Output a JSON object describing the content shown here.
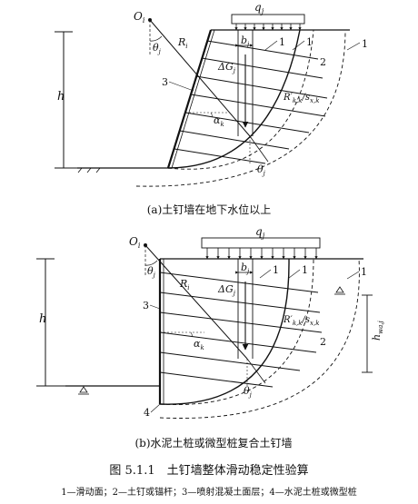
{
  "panel_a": {
    "caption": "(a)土钉墙在地下水位以上",
    "label_q": "q",
    "label_q_sub": "j",
    "label_O": "O",
    "label_O_sub": "i",
    "label_theta": "θ",
    "label_theta_sub": "j",
    "label_R": "R",
    "label_R_sub": "i",
    "label_b": "b",
    "label_b_sub": "j",
    "label_dG": "ΔG",
    "label_dG_sub": "j",
    "label_RK": "R′",
    "label_RK_sub": "k,k",
    "label_RK_tail": "/s",
    "label_RK_tail_sub": "x,k",
    "label_alpha": "α",
    "label_alpha_sub": "k",
    "label_h": "h",
    "label_1a": "1",
    "label_1b": "1",
    "label_1c": "1",
    "label_2": "2",
    "label_3": "3"
  },
  "panel_b": {
    "caption": "(b)水泥土桩或微型桩复合土钉墙",
    "label_q": "q",
    "label_q_sub": "j",
    "label_O": "O",
    "label_O_sub": "i",
    "label_theta": "θ",
    "label_theta_sub": "j",
    "label_R": "R",
    "label_R_sub": "i",
    "label_b": "b",
    "label_b_sub": "j",
    "label_dG": "ΔG",
    "label_dG_sub": "j",
    "label_RK": "R′",
    "label_RK_sub": "k,k",
    "label_RK_tail": "/s",
    "label_RK_tail_sub": "x,k",
    "label_alpha": "α",
    "label_alpha_sub": "k",
    "label_h": "h",
    "label_hwa": "h",
    "label_hwa_sub": "wa,j",
    "label_1a": "1",
    "label_1b": "1",
    "label_1c": "1",
    "label_2": "2",
    "label_3": "3",
    "label_4": "4"
  },
  "figure_title": "图 5.1.1　土钉墙整体滑动稳定性验算",
  "legend_text": "1—滑动面；2—土钉或锚杆；3—喷射混凝土面层；4—水泥土桩或微型桩"
}
